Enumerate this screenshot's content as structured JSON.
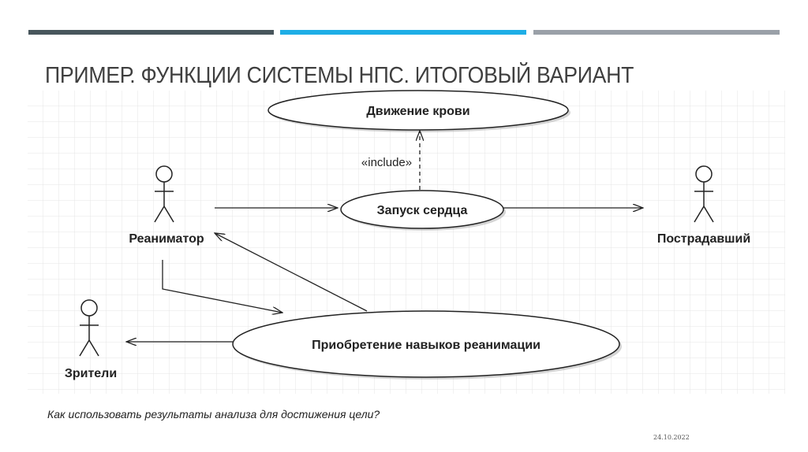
{
  "title": "ПРИМЕР. ФУНКЦИИ СИСТЕМЫ НПС. ИТОГОВЫЙ ВАРИАНТ",
  "accent_colors": {
    "bar1": "#48565c",
    "bar2": "#1eaee6",
    "bar3": "#9aa0a8"
  },
  "diagram": {
    "use_cases": [
      "Движение крови",
      "Запуск сердца",
      "Приобретение навыков реанимации"
    ],
    "actors": [
      "Реаниматор",
      "Пострадавший",
      "Зрители"
    ],
    "include_label": "«include»"
  },
  "caption": "Как использовать результаты анализа для достижения цели?",
  "date": "24.10.2022"
}
